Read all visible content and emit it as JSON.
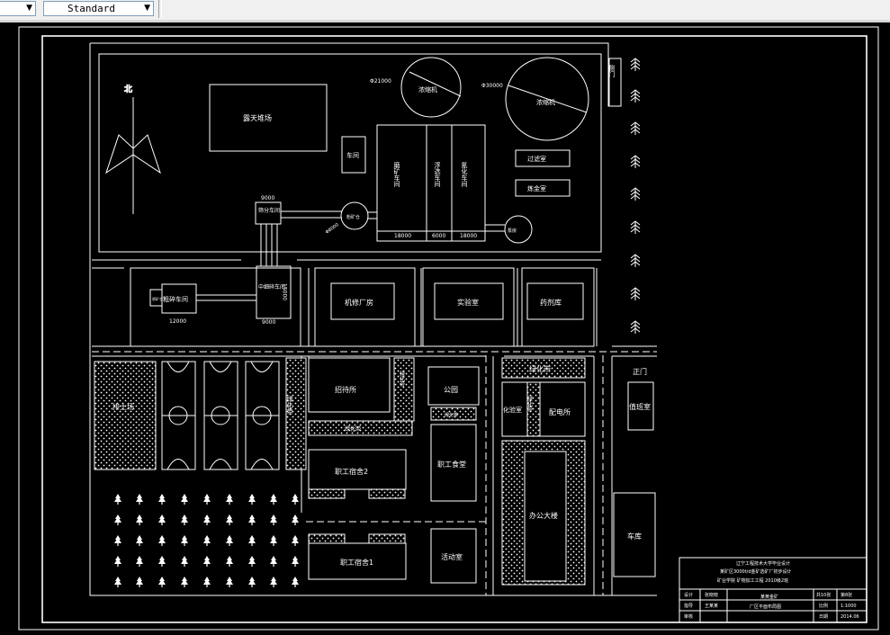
{
  "toolbar": {
    "style_combo": {
      "value": "Standard"
    }
  },
  "drawing": {
    "north": "北",
    "labels": {
      "open_storage": "露天堆场",
      "thickener1": "浓缩机",
      "thickener1_dim": "Φ21000",
      "thickener2": "浓缩机",
      "thickener2_dim": "Φ30000",
      "pump_room": "泵房",
      "workshop": "车间",
      "grinding": "磨矿车间",
      "flotation": "浮选车间",
      "cyanidation": "氰化车间",
      "dim_18000a": "18000",
      "dim_6000": "6000",
      "dim_18000b": "18000",
      "filter_room": "过滤室",
      "smelting_room": "炼金室",
      "screening_room": "筛分车间",
      "dim_9000": "9000",
      "ore_bin": "粉矿仓",
      "ore_bin_dim": "Φ8000",
      "crushing_room": "中细碎车间",
      "dim_15000": "15000",
      "dim_9000b": "9000",
      "coarse_crush": "粗碎车间",
      "dim_12000": "12000",
      "small_bin": "原矿仓",
      "repair_shop": "机修厂房",
      "lab": "实验室",
      "reagent_store": "药剂库",
      "dump": "排土场",
      "guest_house": "招待所",
      "green1": "绿化带",
      "green2": "绿化带",
      "green3": "绿化带",
      "park": "公园",
      "green_small": "绿化带",
      "canteen": "职工食堂",
      "green_top": "绿化带",
      "assay_room": "化验室",
      "power_room": "配电所",
      "green_vert": "绿化带",
      "office": "办公大楼",
      "dorm2": "职工宿舍2",
      "dorm1": "职工宿舍1",
      "activity": "活动室",
      "main_gate": "正门",
      "guard_room": "值班室",
      "garage": "车库",
      "side_gate": "侧门"
    },
    "title_block": {
      "line1": "辽宁工程技术大学毕业设计",
      "line2": "某矿区3000t/d金矿选矿厂初步设计",
      "line3": "矿业学院   矿物加工工程   2010级2班",
      "r_design": "设计",
      "r_design_name": "张晓晓",
      "r_guide": "指导",
      "r_guide_name": "王某某",
      "r_review": "审核",
      "mid1": "某黄金矿",
      "mid2": "厂区平面布局图",
      "sheets": "共10张",
      "sheet_no": "第8张",
      "scale_label": "比例",
      "scale": "1:1000",
      "date_label": "日期",
      "date": "2014.06"
    }
  }
}
